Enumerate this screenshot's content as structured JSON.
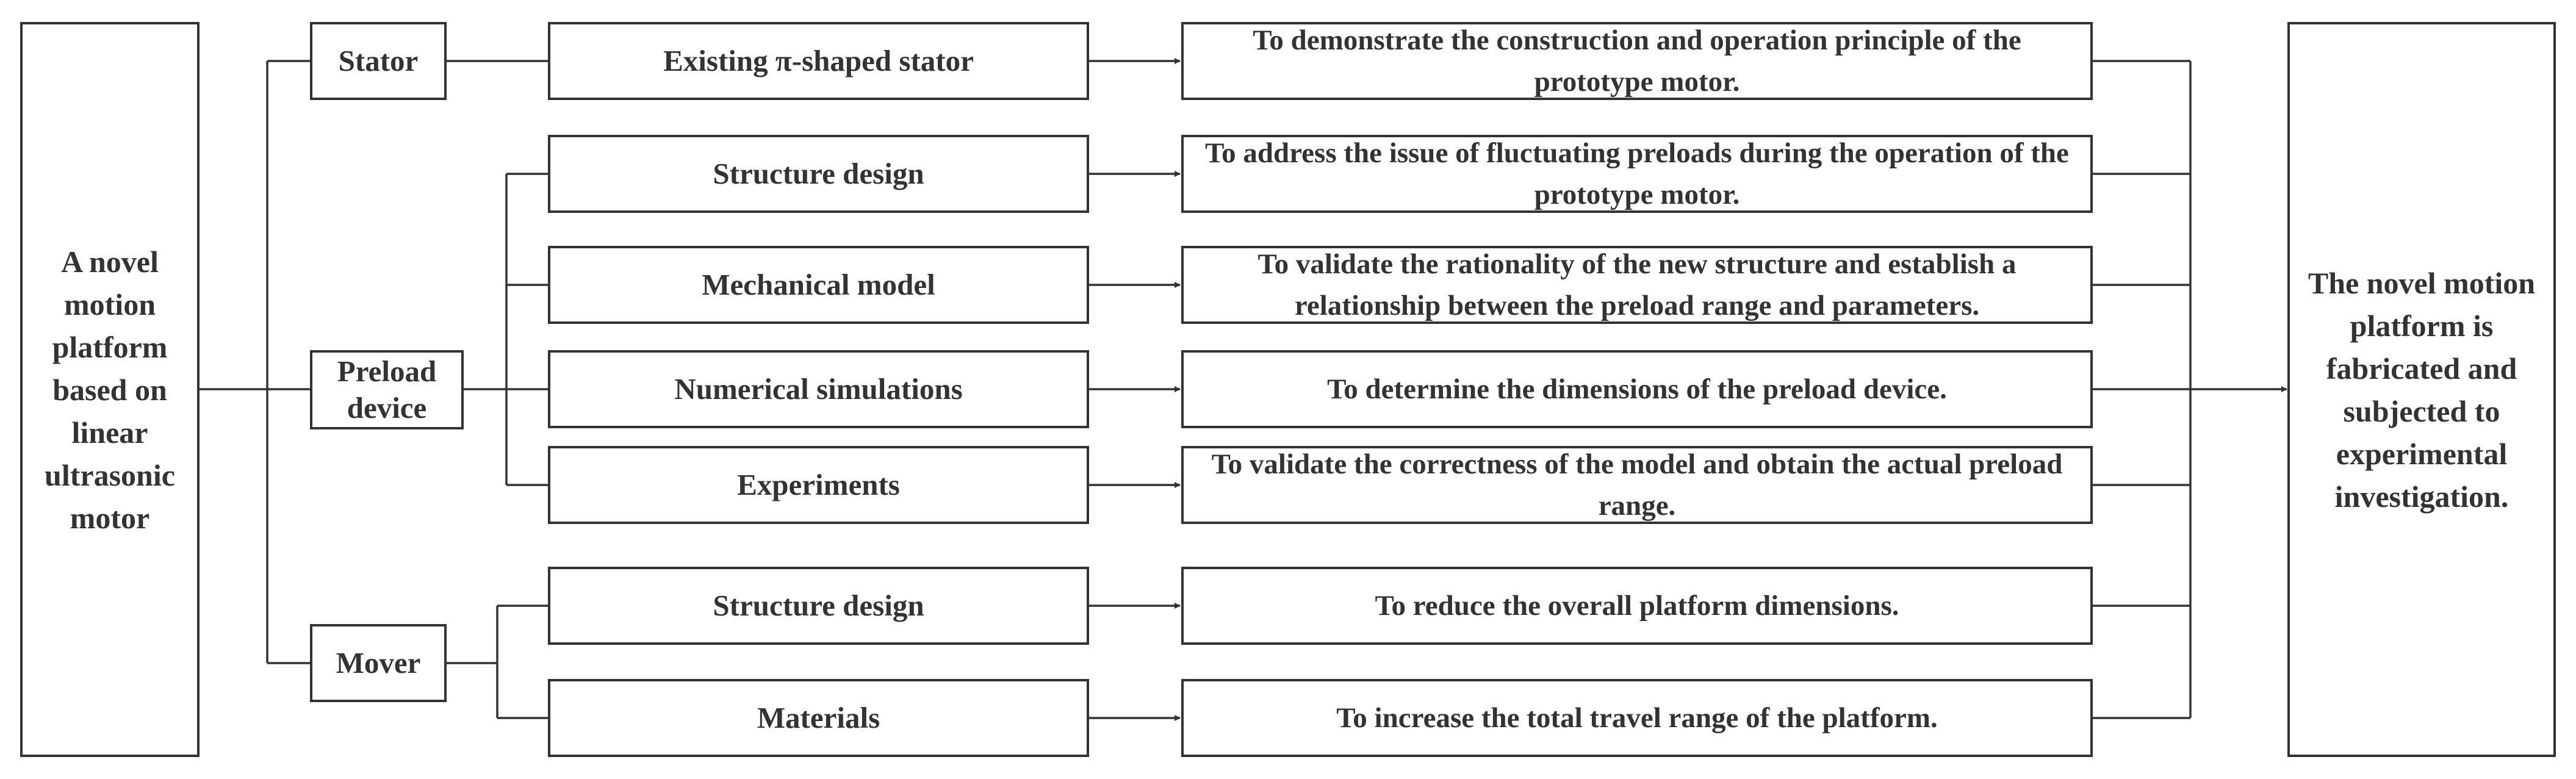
{
  "input": "A novel motion platform based on linear ultrasonic motor",
  "output": "The novel motion platform is fabricated and subjected to experimental investigation.",
  "categories": {
    "stator": "Stator",
    "preload": "Preload device",
    "mover": "Mover"
  },
  "tasks": [
    {
      "name": "Existing π-shaped stator",
      "goal": "To demonstrate the construction and operation principle of the prototype motor."
    },
    {
      "name": "Structure design",
      "goal": "To address the issue of fluctuating preloads during the operation of the prototype motor."
    },
    {
      "name": "Mechanical model",
      "goal": "To validate the rationality of the new structure and establish a relationship between the preload range and parameters."
    },
    {
      "name": "Numerical simulations",
      "goal": "To determine the dimensions of the preload device."
    },
    {
      "name": "Experiments",
      "goal": "To validate the correctness of the model and obtain the actual preload range."
    },
    {
      "name": "Structure design",
      "goal": "To reduce the overall platform dimensions."
    },
    {
      "name": "Materials",
      "goal": "To increase the total travel range of the platform."
    }
  ],
  "colors": {
    "line": "#333333",
    "text": "#333333",
    "background": "#ffffff"
  }
}
